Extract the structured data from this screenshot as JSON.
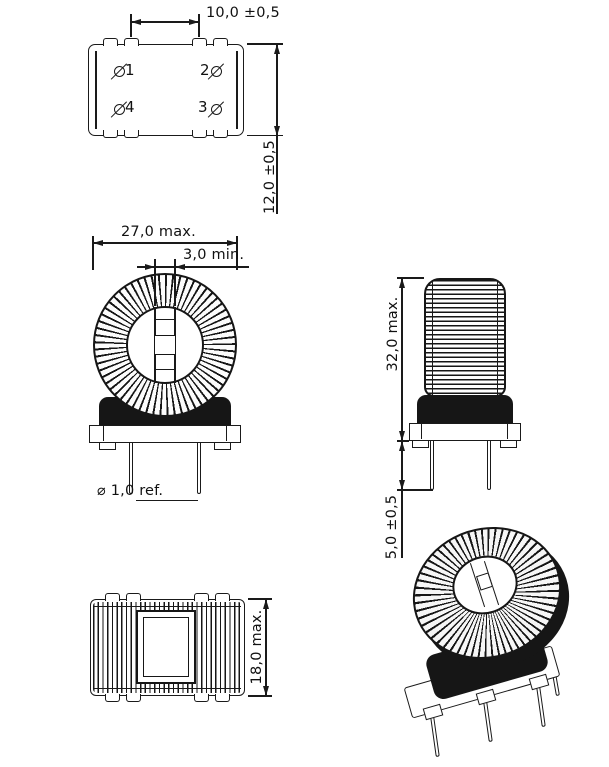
{
  "views": {
    "footprint": {
      "dim_pitch": "10,0 ±0,5",
      "dim_row": "12,0 ±0,5",
      "pins": {
        "p1": "1",
        "p2": "2",
        "p3": "3",
        "p4": "4"
      }
    },
    "front": {
      "dim_width": "27,0 max.",
      "dim_gap": "3,0 min.",
      "dim_pin_dia": "⌀ 1,0 ref."
    },
    "side": {
      "dim_height": "32,0 max.",
      "dim_pin_len": "5,0 ±0,5"
    },
    "bottom": {
      "dim_depth": "18,0 max."
    }
  },
  "colors": {
    "line": "#1a1a1a",
    "dark_fill": "#161616",
    "background": "#ffffff"
  }
}
